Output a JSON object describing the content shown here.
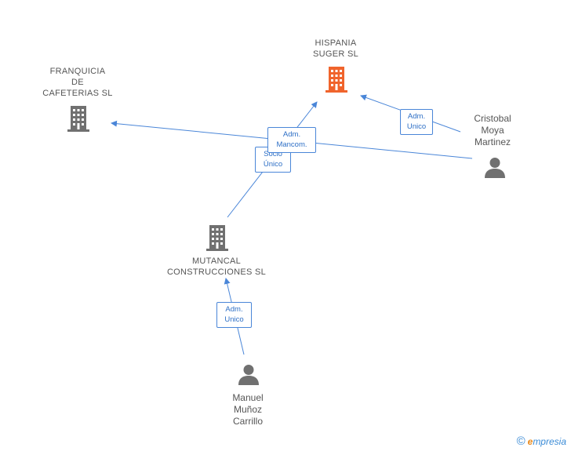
{
  "nodes": {
    "hispania": {
      "lines": [
        "HISPANIA",
        "SUGER SL"
      ],
      "color": "#f0642c"
    },
    "franquicia": {
      "lines": [
        "FRANQUICIA",
        "DE",
        "CAFETERIAS SL"
      ],
      "color": "#707070"
    },
    "mutancal": {
      "lines": [
        "MUTANCAL",
        "CONSTRUCCIONES SL"
      ],
      "color": "#707070"
    },
    "cristobal": {
      "lines": [
        "Cristobal",
        "Moya",
        "Martinez"
      ],
      "color": "#707070"
    },
    "manuel": {
      "lines": [
        "Manuel",
        "Muñoz",
        "Carrillo"
      ],
      "color": "#707070"
    }
  },
  "relations": {
    "cristobal_hispania": [
      "Adm.",
      "Unico"
    ],
    "cristobal_franquicia": [
      "Adm.",
      "Mancom."
    ],
    "mutancal_hispania": [
      "Socio",
      "Único"
    ],
    "manuel_mutancal": [
      "Adm.",
      "Unico"
    ]
  },
  "edge_color": "#4a86d8",
  "footer": {
    "copyright": "©",
    "brand_e": "e",
    "brand_rest": "mpresia"
  }
}
